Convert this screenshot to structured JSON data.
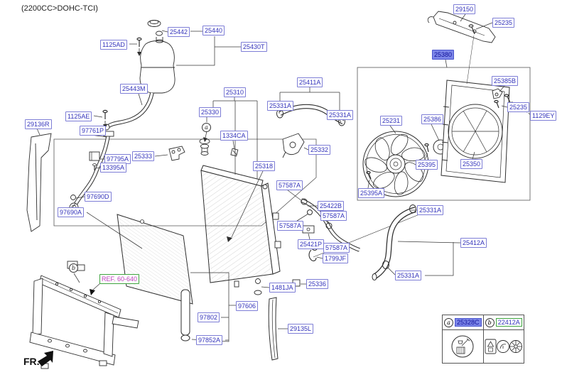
{
  "title": "(2200CC>DOHC-TCI)",
  "fr_label": "FR.",
  "ref_label": "REF. 60-640",
  "callouts": {
    "a": "a",
    "b": "b"
  },
  "legend": {
    "a_letter": "a",
    "a_code": "25328C",
    "b_letter": "b",
    "b_code": "22412A"
  },
  "colors": {
    "label_text": "#3333bb",
    "label_border": "#7e7ed6",
    "selected_label_bg": "#7c86e8",
    "ref_text_magenta": "#c03fc0",
    "ref_border_green": "#3fa53f",
    "line_art": "#2e2e2e"
  },
  "labels": [
    {
      "text": "25442"
    },
    {
      "text": "25440"
    },
    {
      "text": "1125AD"
    },
    {
      "text": "25430T"
    },
    {
      "text": "25443M"
    },
    {
      "text": "1125AE"
    },
    {
      "text": "29136R"
    },
    {
      "text": "97761P"
    },
    {
      "text": "25310"
    },
    {
      "text": "25330"
    },
    {
      "text": "25411A"
    },
    {
      "text": "25331A"
    },
    {
      "text": "25331A"
    },
    {
      "text": "1334CA"
    },
    {
      "text": "25332"
    },
    {
      "text": "25318"
    },
    {
      "text": "25333"
    },
    {
      "text": "97795A"
    },
    {
      "text": "13395A"
    },
    {
      "text": "97690D"
    },
    {
      "text": "97690A"
    },
    {
      "text": "57587A"
    },
    {
      "text": "25422B"
    },
    {
      "text": "57587A"
    },
    {
      "text": "57587A"
    },
    {
      "text": "25421P"
    },
    {
      "text": "57587A"
    },
    {
      "text": "1799JF"
    },
    {
      "text": "1481JA"
    },
    {
      "text": "25336"
    },
    {
      "text": "97606"
    },
    {
      "text": "97802"
    },
    {
      "text": "97852A"
    },
    {
      "text": "29135L"
    },
    {
      "text": "29150"
    },
    {
      "text": "25235"
    },
    {
      "text": "25380"
    },
    {
      "text": "25385B"
    },
    {
      "text": "25235"
    },
    {
      "text": "1129EY"
    },
    {
      "text": "25231"
    },
    {
      "text": "25386"
    },
    {
      "text": "25395"
    },
    {
      "text": "25350"
    },
    {
      "text": "25395A"
    },
    {
      "text": "25331A"
    },
    {
      "text": "25412A"
    },
    {
      "text": "25331A"
    }
  ]
}
